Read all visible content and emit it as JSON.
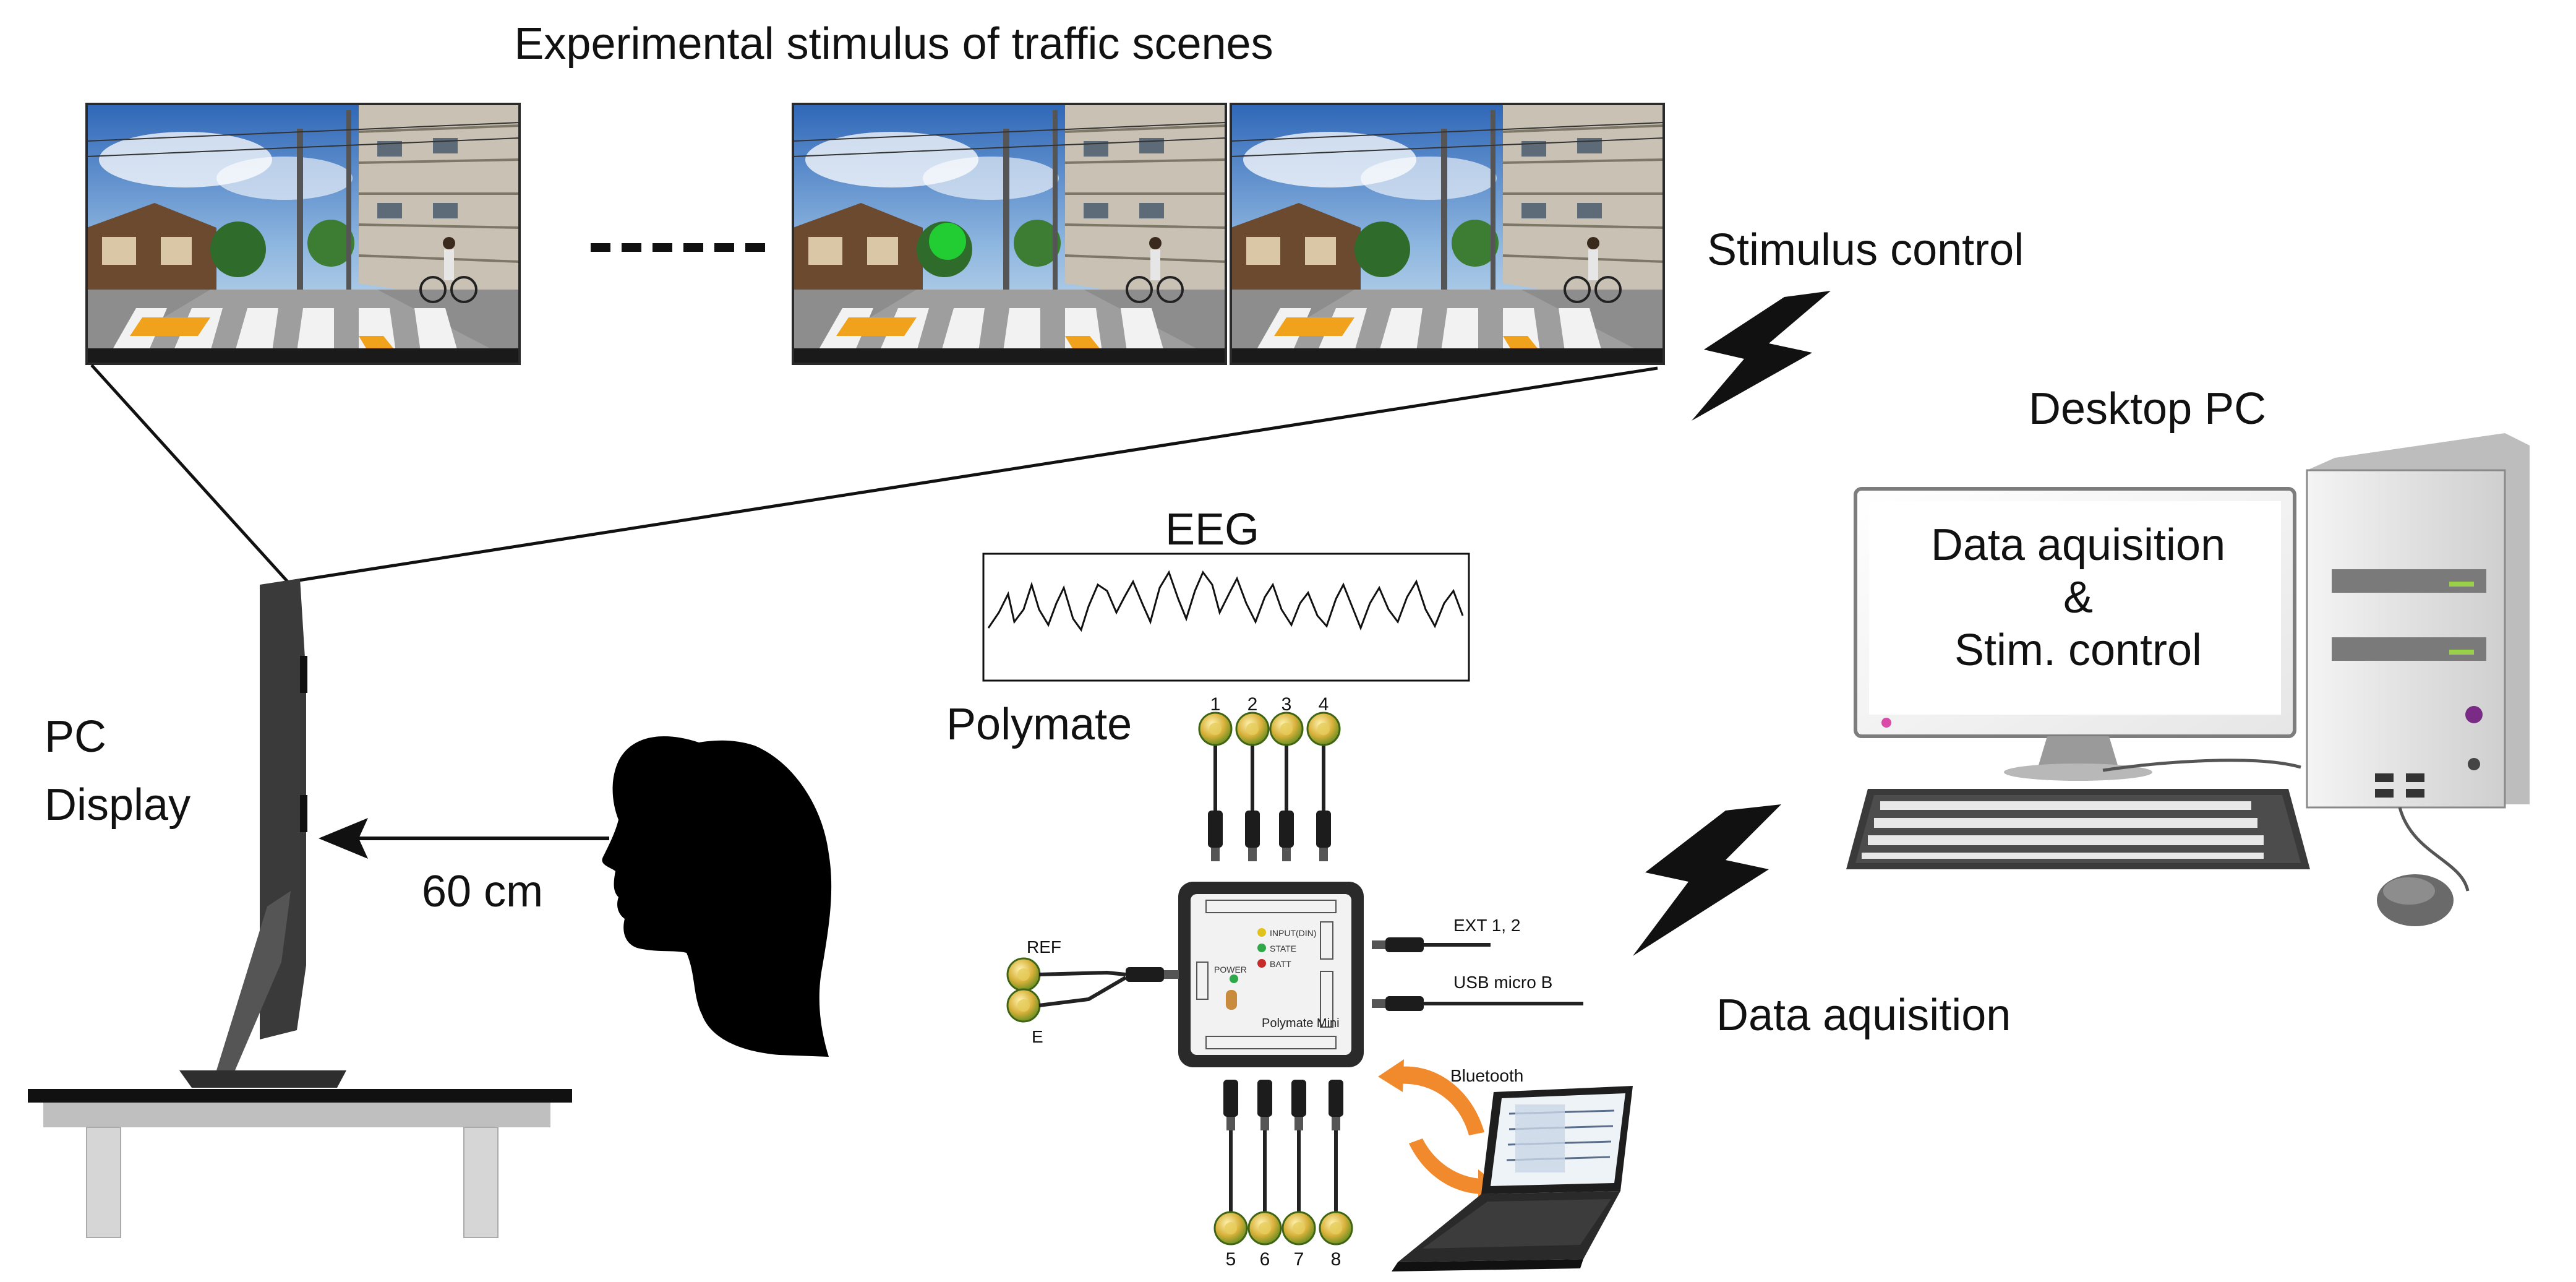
{
  "labels": {
    "title": "Experimental stimulus of traffic scenes",
    "stimulus_control": "Stimulus control",
    "desktop_pc": "Desktop PC",
    "eeg": "EEG",
    "polymate": "Polymate",
    "pc": "PC",
    "display": "Display",
    "distance": "60 cm",
    "data_acquisition": "Data aquisition",
    "monitor_line1": "Data aquisition",
    "monitor_line2": "&",
    "monitor_line3": "Stim. control"
  },
  "device": {
    "ref": "REF",
    "e": "E",
    "ext": "EXT 1, 2",
    "usb": "USB micro B",
    "bluetooth": "Bluetooth",
    "name": "Polymate Mini",
    "power": "POWER",
    "led_1": "INPUT(DIN)",
    "led_2": "STATE",
    "led_3": "BATT",
    "top_channels": [
      "1",
      "2",
      "3",
      "4"
    ],
    "bottom_channels": [
      "5",
      "6",
      "7",
      "8"
    ]
  },
  "colors": {
    "stim_dot": "#22cc33",
    "electrode": "#7fae2a",
    "arrow_orange": "#f08a2c",
    "sky": "#3b78c7"
  }
}
